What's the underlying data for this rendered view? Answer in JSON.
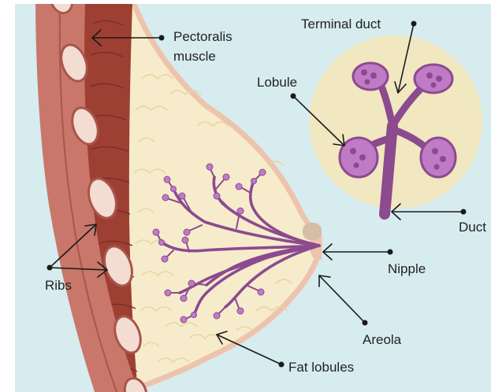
{
  "labels": {
    "pectoralis_line1": "Pectoralis",
    "pectoralis_line2": "muscle",
    "terminal_duct": "Terminal duct",
    "lobule": "Lobule",
    "duct": "Duct",
    "nipple": "Nipple",
    "ribs": "Ribs",
    "areola": "Areola",
    "fat_lobules": "Fat lobules"
  },
  "colors": {
    "background": "#d6ecee",
    "muscle": "#9e3f33",
    "rib_band": "#c9776a",
    "breast_fill": "#f6eccb",
    "skin_edge": "#eec3ad",
    "duct_purple": "#8c4a8f",
    "lobule_pink": "#c07bc6",
    "inset_fill": "#f1e7c0",
    "pointer": "#1a1a1a"
  }
}
